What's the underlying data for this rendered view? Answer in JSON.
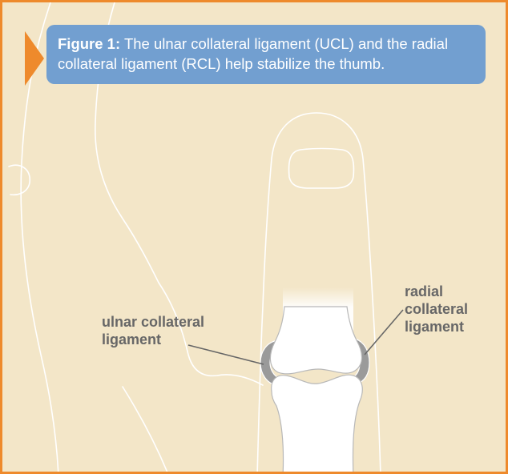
{
  "caption": {
    "figure_label": "Figure 1:",
    "text": "The ulnar collateral ligament (UCL) and the radial collateral ligament (RCL) help stabilize the thumb."
  },
  "labels": {
    "ucl": {
      "line1": "ulnar collateral",
      "line2": "ligament"
    },
    "rcl": {
      "line1": "radial",
      "line2": "collateral",
      "line3": "ligament"
    }
  },
  "colors": {
    "frame": "#ee8a2c",
    "background": "#f3e6c8",
    "caption_box": "#729fd0",
    "outline": "#ffffff",
    "bone": "#ffffff",
    "ligament": "#9a9a9a",
    "label_text": "#676767"
  }
}
